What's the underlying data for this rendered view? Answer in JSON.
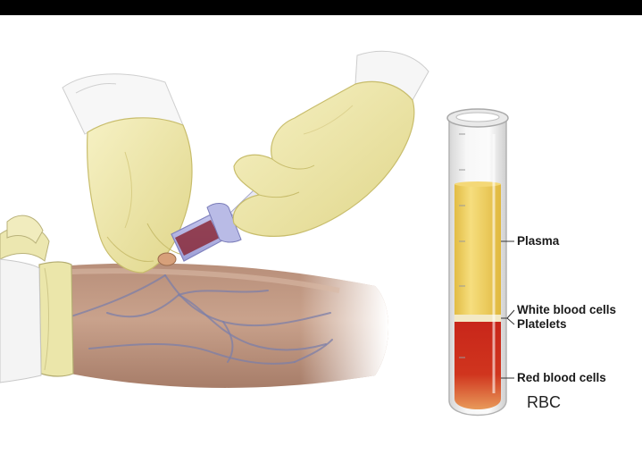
{
  "labels": {
    "plasma": "Plasma",
    "wbc": "White blood cells",
    "platelets": "Platelets",
    "rbc_full": "Red blood cells",
    "rbc_abbr": "RBC"
  },
  "colors": {
    "frame": "#000000",
    "background": "#ffffff",
    "plasma": "#efcf5e",
    "red_cells": "#c81d12",
    "glove": "#efe9a8",
    "skin": "#c8a088",
    "tourniquet": "#e9e3a6"
  },
  "icons": [
    "gloved-hand",
    "syringe",
    "arm-with-veins",
    "tourniquet",
    "test-tube"
  ]
}
